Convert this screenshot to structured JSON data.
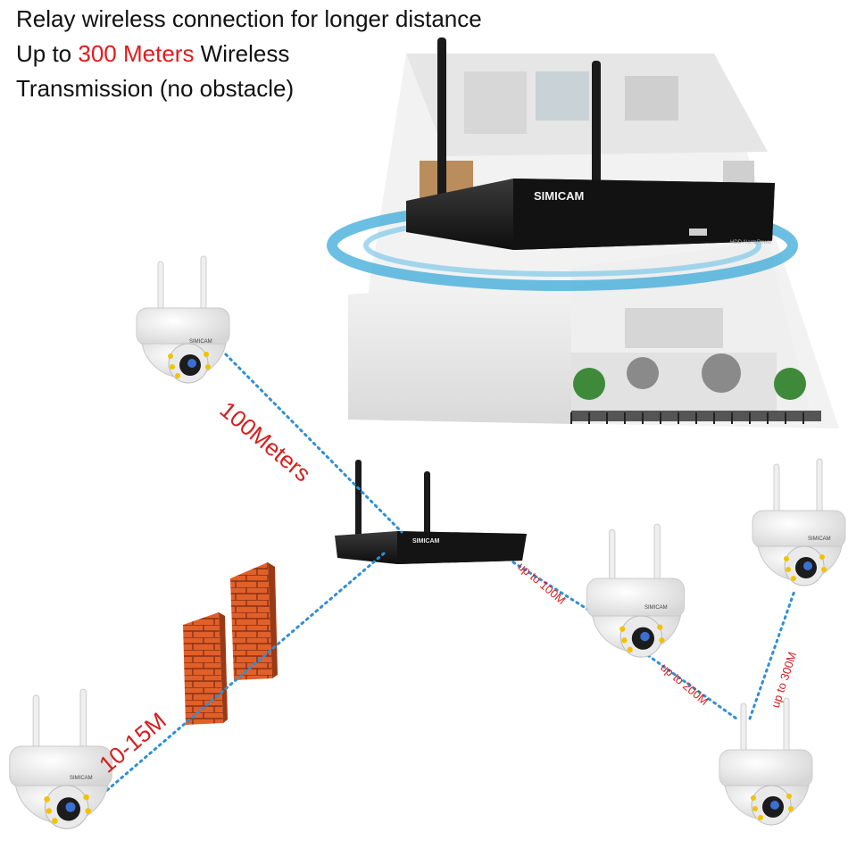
{
  "headline": {
    "line1": "Relay wireless connection for longer distance",
    "line2_prefix": "Up to ",
    "line2_highlight": "300 Meters",
    "line2_suffix": " Wireless",
    "line3": "Transmission (no obstacle)"
  },
  "brand": "SIMICAM",
  "nvr_panel_labels": [
    "HDD",
    "Alarm",
    "Power"
  ],
  "distance_labels": {
    "cam_top_left": "100Meters",
    "cam_bottom_left": "10-15M",
    "relay_1": "up to 100M",
    "relay_2": "up to 200M",
    "relay_3": "up to 300M"
  },
  "colors": {
    "highlight": "#e01b1b",
    "link_dots": "#2f8fd6",
    "wifi_ring": "#39a9d8",
    "brick": "#e0602a"
  }
}
